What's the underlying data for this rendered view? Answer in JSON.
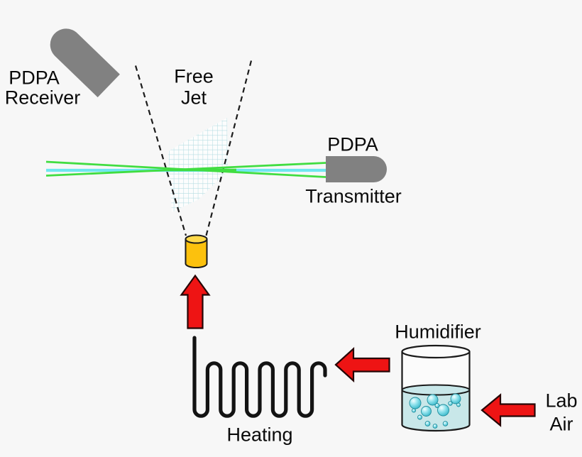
{
  "labels": {
    "receiver_line1": "PDPA",
    "receiver_line2": "Receiver",
    "free_jet_line1": "Free",
    "free_jet_line2": "Jet",
    "transmitter_line1": "PDPA",
    "transmitter_line2": "Transmitter",
    "humidifier": "Humidifier",
    "heating": "Heating",
    "lab_air_line1": "Lab",
    "lab_air_line2": "Air"
  },
  "colors": {
    "background": "#f7f7f7",
    "device_gray": "#818181",
    "laser_green": "#41dd41",
    "laser_cyan": "#6fe7f0",
    "arrow_red": "#ee1414",
    "nozzle_gold": "#fcc10d",
    "nozzle_top_gold": "#ffd94a",
    "water_blue": "#c8e7e9",
    "bubble_teal": "#3fbccb",
    "grid_line_teal": "#b5dde2",
    "outline_black": "#1a1a1a"
  }
}
